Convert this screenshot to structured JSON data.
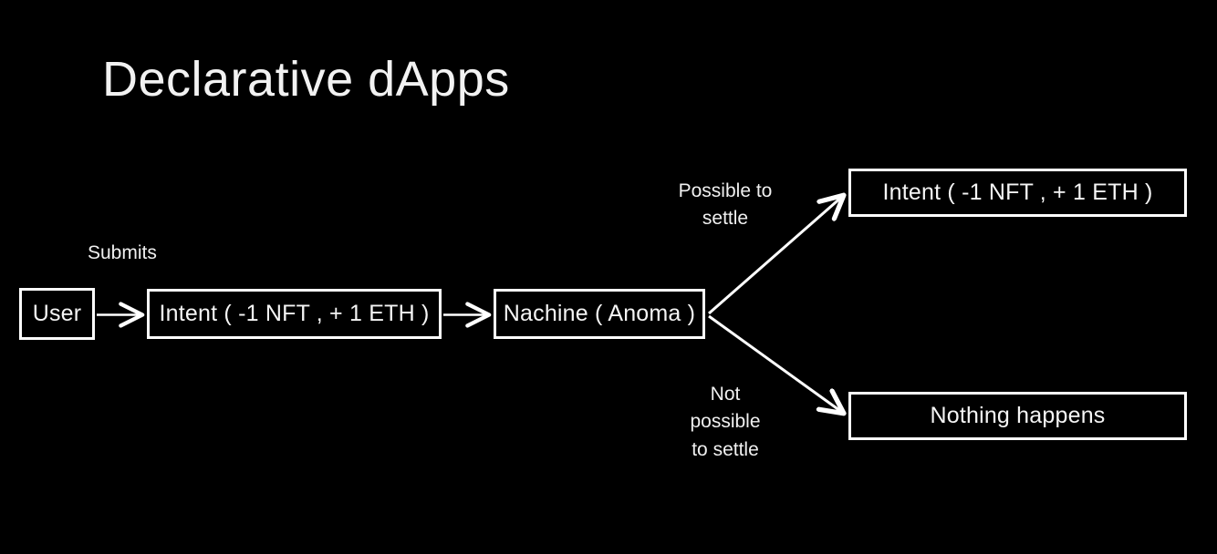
{
  "slide": {
    "title": "Declarative dApps",
    "background_color": "#000000",
    "foreground_color": "#ffffff"
  },
  "diagram": {
    "type": "flowchart",
    "nodes": [
      {
        "id": "user",
        "label": "User"
      },
      {
        "id": "intent_input",
        "label": "Intent ( -1 NFT , + 1 ETH )"
      },
      {
        "id": "machine",
        "label": "Nachine ( Anoma )"
      },
      {
        "id": "intent_settled",
        "label": "Intent ( -1 NFT , + 1 ETH )"
      },
      {
        "id": "nothing",
        "label": "Nothing happens"
      }
    ],
    "edges": [
      {
        "id": "user-to-intent",
        "from": "user",
        "to": "intent_input",
        "label": "Submits"
      },
      {
        "id": "intent-to-machine",
        "from": "intent_input",
        "to": "machine",
        "label": ""
      },
      {
        "id": "machine-to-settled",
        "from": "machine",
        "to": "intent_settled",
        "label": "Possible to\nsettle"
      },
      {
        "id": "machine-to-nothing",
        "from": "machine",
        "to": "nothing",
        "label": "Not\npossible\nto settle"
      }
    ]
  }
}
